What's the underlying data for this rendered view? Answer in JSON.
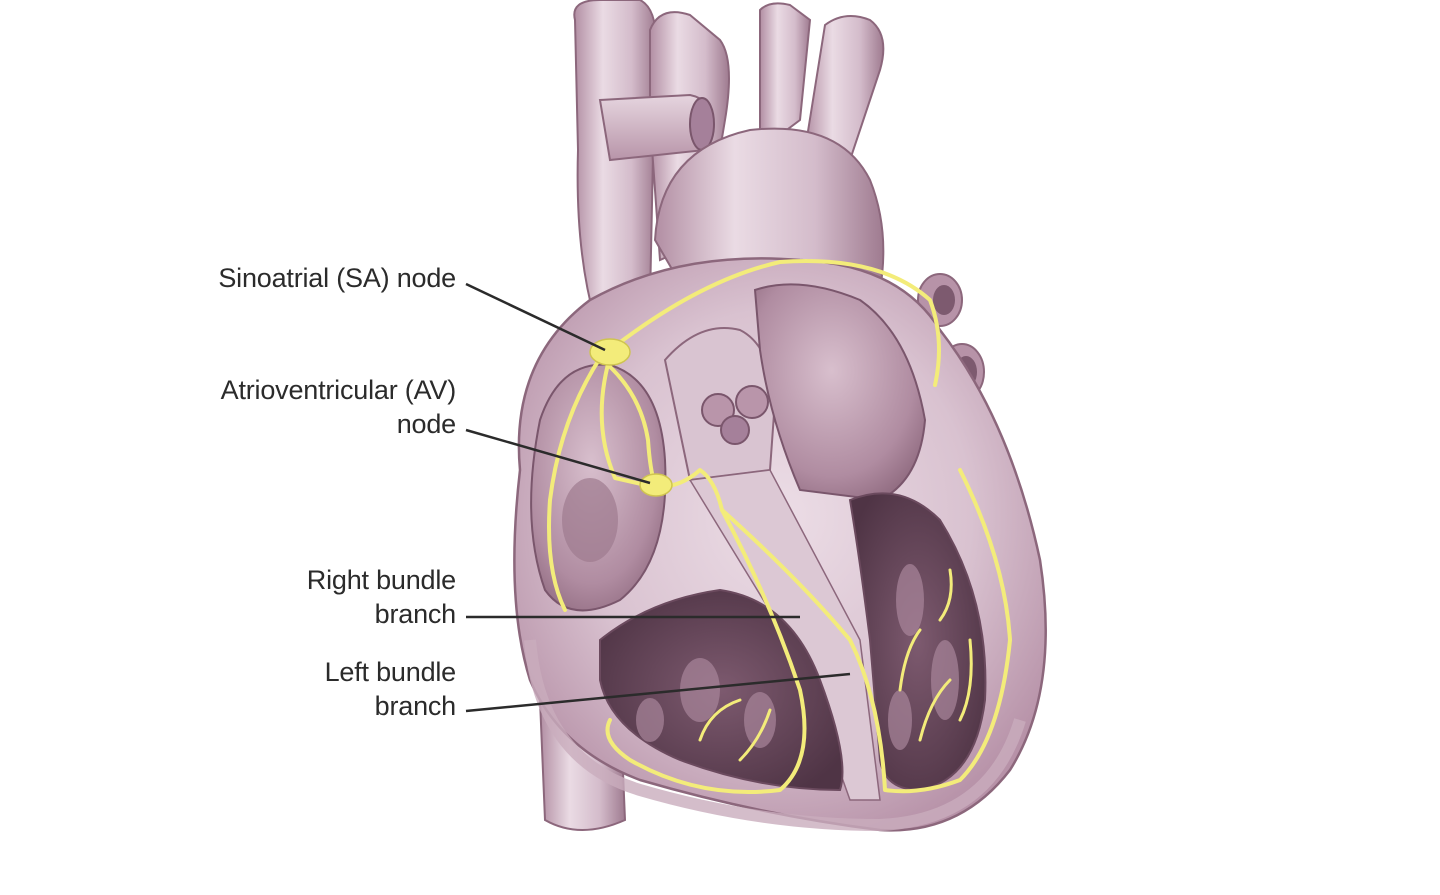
{
  "labels": {
    "sa_node": [
      "Sinoatrial (SA) node"
    ],
    "av_node": [
      "Atrioventricular (AV)",
      "node"
    ],
    "right_bundle_branch": [
      "Right bundle",
      "branch"
    ],
    "left_bundle_branch": [
      "Left bundle",
      "branch"
    ]
  },
  "colors": {
    "tissue_light": "#e8d8e2",
    "tissue_mid": "#c9adbd",
    "tissue_dark": "#8f6a80",
    "tissue_shadow": "#5e3f52",
    "conduction": "#f3ec7a",
    "leader_line": "#2b2b2b",
    "text": "#2b2b2b"
  }
}
